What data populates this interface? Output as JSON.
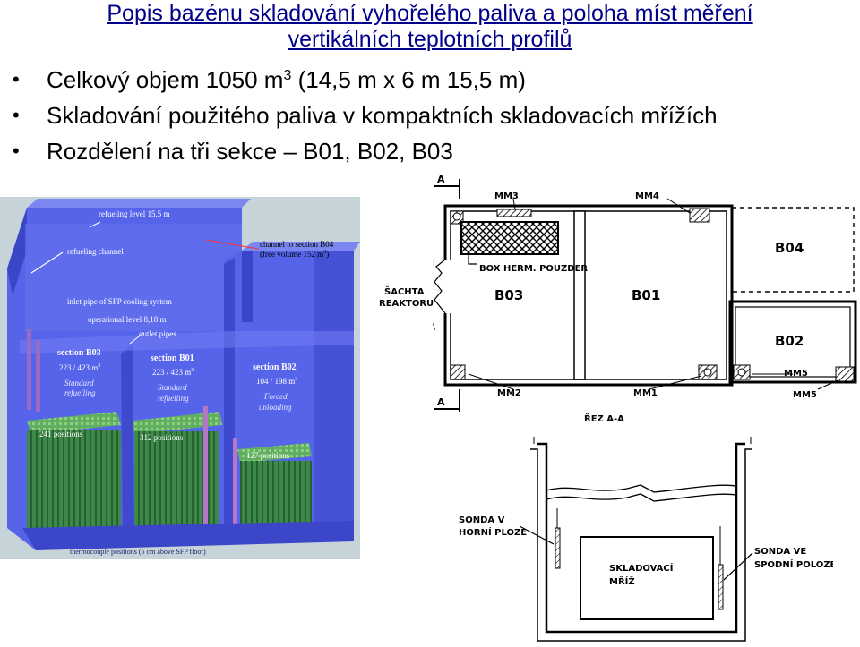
{
  "title": {
    "line1": "Popis bazénu skladování vyhořelého paliva a poloha míst měření",
    "line2": "vertikálních teplotních profilů"
  },
  "bullets": [
    {
      "pre": "Celkový objem 1050 m",
      "sup": "3",
      "post": " (14,5 m x 6 m 15,5 m)"
    },
    {
      "text": "Skladování použitého paliva v kompaktních skladovacích mřížích"
    },
    {
      "text": "Rozdělení na tři sekce – B01, B02, B03"
    }
  ],
  "render_labels": {
    "refueling_level": "refueling level 15,5 m",
    "refueling_channel": "refueling channel",
    "channel_b04_1": "channel to section B04",
    "channel_b04_2": "(free volume 152 m",
    "channel_b04_sup": "3",
    "channel_b04_end": ")",
    "inlet_pipe": "inlet pipe of SFP cooling system",
    "operational_level": "operational level 8,18 m",
    "outlet_pipes": "outlet pipes",
    "b03_title": "section B03",
    "b03_count": "223 / 423 m",
    "b03_sup": "3",
    "b03_mode1": "Standard",
    "b03_mode2": "refuelling",
    "b01_title": "section B01",
    "b01_count": "223 / 423 m",
    "b01_sup": "3",
    "b01_mode1": "Standard",
    "b01_mode2": "refuelling",
    "b02_title": "section B02",
    "b02_count": "104 / 198 m",
    "b02_sup": "3",
    "b02_mode1": "Forced",
    "b02_mode2": "unloading",
    "pos_241": "241 positions",
    "pos_312": "312 positions",
    "pos_127": "127 positions",
    "thermocouple": "thermocouple positions (5 cm above SFP floor)"
  },
  "plan": {
    "a_top": "A",
    "a_bottom": "A",
    "mm3": "MM3",
    "mm4": "MM4",
    "mm2": "MM2",
    "mm1": "MM1",
    "mm5a": "MM5",
    "mm5b": "MM5",
    "box": "BOX HERM. POUZDER",
    "b03": "B03",
    "b01": "B01",
    "b02": "B02",
    "b04": "B04",
    "sachta1": "ŠACHTA",
    "sachta2": "REAKTORU",
    "section_cut": "ŘEZ A-A",
    "mark1": "I",
    "mark2": "\\"
  },
  "section_view": {
    "sonda_top1": "SONDA V",
    "sonda_top2": "HORNÍ PLOZE",
    "sonda_bot1": "SONDA VE",
    "sonda_bot2": "SPODNÍ POLOZE",
    "rack1": "SKLADOVACÍ",
    "rack2": "MŘÍŽ"
  },
  "colors": {
    "title": "#00008b",
    "pool_blue": "#4f5fe8",
    "pool_dark": "#2b35b5",
    "fuel_green": "#3f8f4a",
    "wall_grey": "#c9d6dc"
  }
}
